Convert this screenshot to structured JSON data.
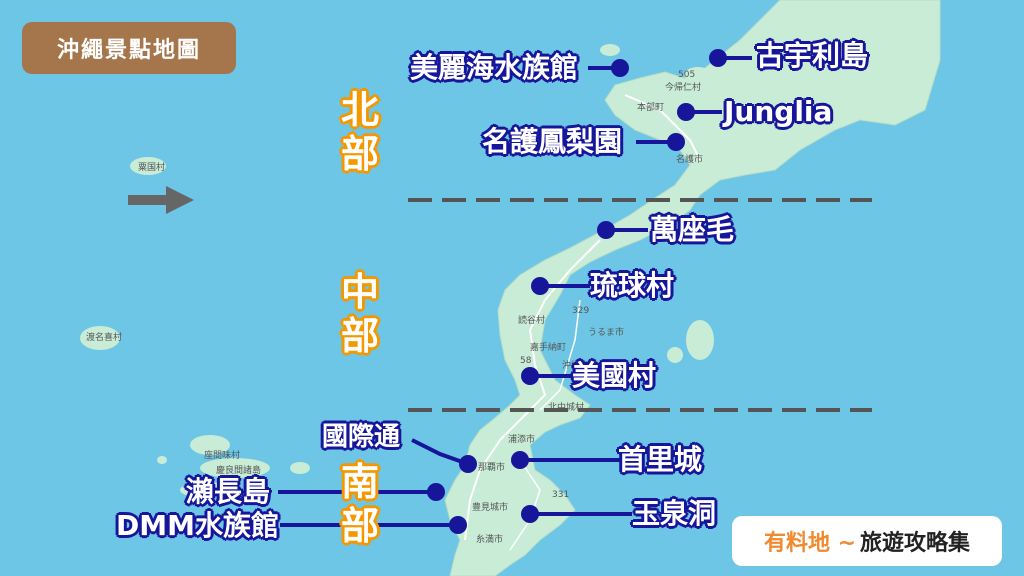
{
  "title": "沖繩景點地圖",
  "regions": {
    "north": [
      "北",
      "部"
    ],
    "central": [
      "中",
      "部"
    ],
    "south": [
      "南",
      "部"
    ]
  },
  "spots": {
    "aquarium": "美麗海水族館",
    "kouri": "古宇利島",
    "junglia": "Junglia",
    "pineapple": "名護鳳梨園",
    "manzamo": "萬座毛",
    "ryukyu_mura": "琉球村",
    "american_village": "美國村",
    "kokusai": "國際通",
    "shuri": "首里城",
    "senaga": "瀨長島",
    "dmm": "DMM水族館",
    "gyokusendo": "玉泉洞"
  },
  "brand": {
    "part1": "有料地 ~",
    "part2": "旅遊攻略集"
  },
  "map_place_names": {
    "motobu": "本部町",
    "nakijin": "今帰仁村",
    "nago": "名護市",
    "awa": "粟国村",
    "tonaki": "渡名喜村",
    "zamami": "座間味村",
    "kerama": "慶良間諸島",
    "yomitan": "読谷村",
    "kadena": "嘉手納町",
    "okinawa_city": "沖縄市",
    "uruma": "うるま市",
    "kitanakagusuku": "北中城村",
    "urasoe": "浦添市",
    "naha": "那覇市",
    "tomigusuku": "豊見城市",
    "itoman": "糸満市",
    "route505": "505",
    "route329": "329",
    "route58": "58",
    "route331": "331"
  },
  "colors": {
    "sea": "#6ec6e6",
    "land": "#c8ecd6",
    "marker": "#17169a",
    "badge": "#a5754b",
    "region_outline": "#f39800",
    "divider": "#555555"
  }
}
